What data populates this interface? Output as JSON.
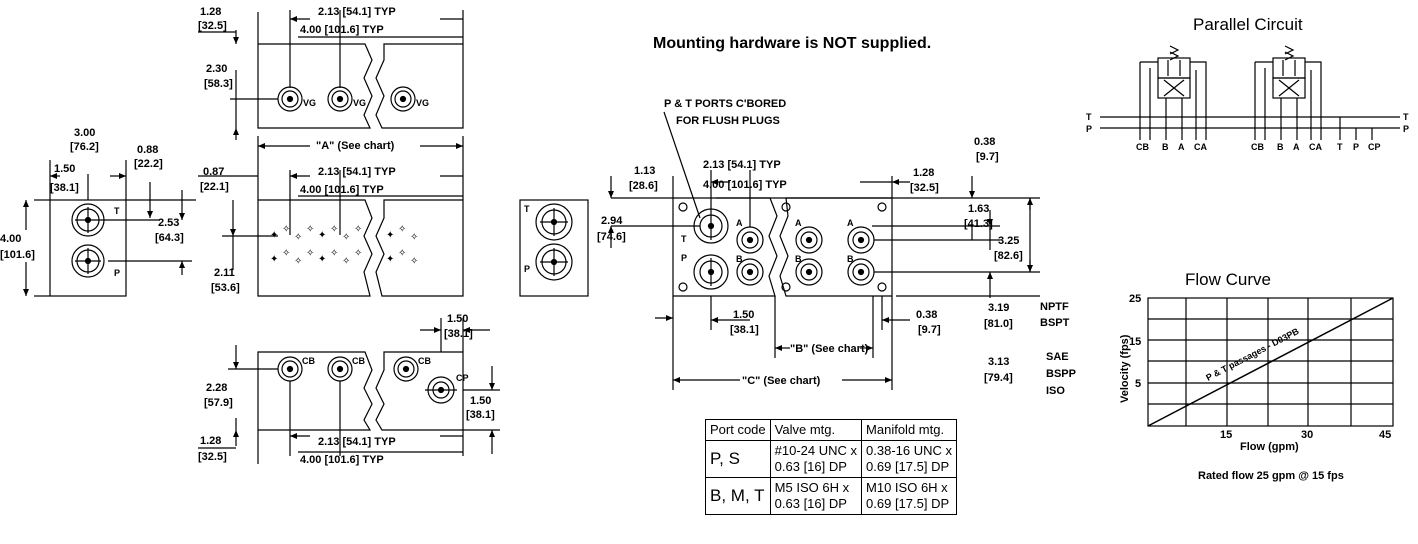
{
  "notice": "Mounting hardware is NOT supplied.",
  "parallel_circuit": {
    "title": "Parallel Circuit",
    "left_labels": [
      "T",
      "P"
    ],
    "right_labels": [
      "T",
      "P"
    ],
    "bottom_labels": [
      "CB",
      "B",
      "A",
      "CA",
      "CB",
      "B",
      "A",
      "CA",
      "T",
      "P",
      "CP"
    ]
  },
  "flow_curve": {
    "title": "Flow Curve",
    "y_label": "Velocity (fps)",
    "x_label": "Flow (gpm)",
    "y_ticks": [
      "25",
      "15",
      "5"
    ],
    "x_ticks": [
      "15",
      "30",
      "45"
    ],
    "line_label": "P & T passages - D03PB",
    "caption": "Rated flow 25 gpm @ 15 fps"
  },
  "top_view": {
    "d1": "1.28",
    "d1m": "[32.5]",
    "d2": "2.13 [54.1] TYP",
    "d3": "4.00 [101.6] TYP",
    "d4": "2.30",
    "d4m": "[58.3]",
    "port": "VG"
  },
  "end_view": {
    "w": "3.00",
    "wm": "[76.2]",
    "d088": "0.88",
    "d088m": "[22.2]",
    "d150": "1.50",
    "d150m": "[38.1]",
    "h": "4.00",
    "hm": "[101.6]",
    "d253": "2.53",
    "d253m": "[64.3]",
    "t": "T",
    "p": "P"
  },
  "middle_view": {
    "a_chart": "\"A\" (See chart)",
    "d087": "0.87",
    "d087m": "[22.1]",
    "d2": "2.13 [54.1] TYP",
    "d3": "4.00 [101.6] TYP",
    "d211": "2.11",
    "d211m": "[53.6]"
  },
  "bottom_view": {
    "d150": "1.50",
    "d150m": "[38.1]",
    "d228": "2.28",
    "d228m": "[57.9]",
    "d150b": "1.50",
    "d150bm": "[38.1]",
    "d128": "1.28",
    "d128m": "[32.5]",
    "d2": "2.13 [54.1] TYP",
    "d3": "4.00 [101.6] TYP",
    "cb": "CB",
    "cp": "CP"
  },
  "right_end_view": {
    "t": "T",
    "p": "P"
  },
  "front_view": {
    "callout1": "P & T PORTS C'BORED",
    "callout2": "FOR FLUSH PLUGS",
    "d113": "1.13",
    "d113m": "[28.6]",
    "d2": "2.13 [54.1] TYP",
    "d3": "4.00 [101.6] TYP",
    "d128": "1.28",
    "d128m": "[32.5]",
    "d038": "0.38",
    "d038m": "[9.7]",
    "d294": "2.94",
    "d294m": "[74.6]",
    "d163": "1.63",
    "d163m": "[41.3]",
    "d325": "3.25",
    "d325m": "[82.6]",
    "d150": "1.50",
    "d150m": "[38.1]",
    "d038b": "0.38",
    "d038bm": "[9.7]",
    "b_chart": "\"B\" (See chart)",
    "c_chart": "\"C\" (See chart)",
    "d319": "3.19",
    "d319m": "[81.0]",
    "nptf": "NPTF",
    "bspt": "BSPT",
    "d313": "3.13",
    "d313m": "[79.4]",
    "sae": "SAE",
    "bspp": "BSPP",
    "iso": "ISO",
    "t": "T",
    "p": "P",
    "a": "A",
    "b": "B"
  },
  "port_table": {
    "headers": [
      "Port code",
      "Valve mtg.",
      "Manifold mtg."
    ],
    "rows": [
      [
        "P, S",
        "#10-24 UNC x",
        "0.63 [16] DP",
        "0.38-16 UNC x",
        "0.69 [17.5] DP"
      ],
      [
        "B, M, T",
        "M5 ISO 6H x",
        "0.63 [16] DP",
        "M10 ISO 6H x",
        "0.69 [17.5] DP"
      ]
    ]
  }
}
